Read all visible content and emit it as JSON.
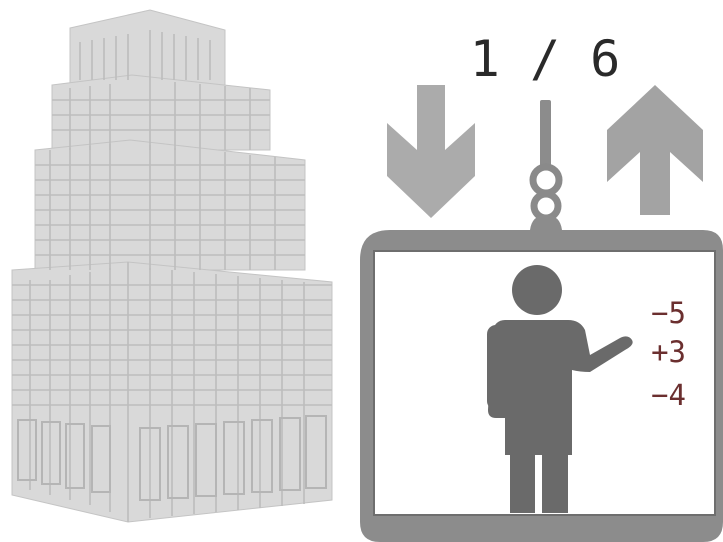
{
  "game": {
    "floor_counter": "1 / 6",
    "moves": [
      "−5",
      "+3",
      "−4"
    ]
  },
  "controls": {
    "down_icon": "down-arrow-icon",
    "up_icon": "up-arrow-icon"
  },
  "colors": {
    "building": "#d8d8d8",
    "arrow": "#a9a9a9",
    "elevator_frame": "#888888",
    "person": "#6a6a6a",
    "move_text": "#6b2f2f",
    "counter_text": "#2a2a2a"
  }
}
